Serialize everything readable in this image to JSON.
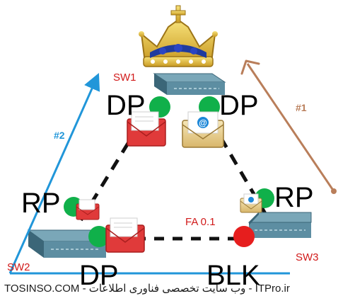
{
  "colors": {
    "designated": "#10b04a",
    "blocked": "#e61e1e",
    "path1": "#b97e5a",
    "path2": "#2196d9",
    "link": "#111111",
    "switch_top": "#7aa7b8",
    "switch_side": "#3b6678",
    "label_red": "#d11a1a"
  },
  "icons": {
    "crown": "crown-icon",
    "switch": "switch-icon",
    "envelope_red": "red-envelope-icon",
    "envelope_email": "email-envelope-icon"
  },
  "switches": {
    "sw1": {
      "name": "SW1",
      "role": "root-bridge"
    },
    "sw2": {
      "name": "SW2"
    },
    "sw3": {
      "name": "SW3"
    }
  },
  "ports": {
    "sw1_left": "DP",
    "sw1_right": "DP",
    "sw2_up": "RP",
    "sw3_up": "RP",
    "sw2_right": "DP",
    "sw3_left": "BLK"
  },
  "interface_label": "FA 0.1",
  "paths": {
    "p1": "#1",
    "p2": "#2"
  },
  "watermark": "TOSINSO.COM - وب سایت تخصصی فناوری اطلاعات - ITPro.ir"
}
